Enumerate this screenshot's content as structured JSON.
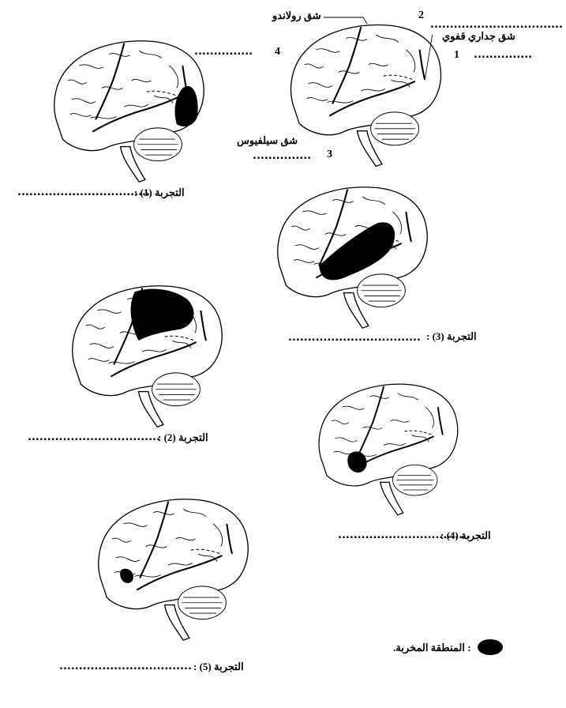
{
  "labels": {
    "rolando": "شق رولاندو",
    "parieto_occipital": "شق جداري قفوي",
    "sylvius": "شق سيلفيوس",
    "n1": "1",
    "n2": "2",
    "n3": "3",
    "n4": "4"
  },
  "blank": "...............",
  "blank_long": "..................................",
  "experiments": [
    {
      "label": "التجربة (1) :",
      "blank": ".................................."
    },
    {
      "label": "التجربة (2) :",
      "blank": ".................................."
    },
    {
      "label": "التجربة (3) :",
      "blank": ".................................."
    },
    {
      "label": "التجربة (4) :",
      "blank": ".................................."
    },
    {
      "label": "التجربة (5) :",
      "blank": ".................................."
    }
  ],
  "legend": {
    "text": ": المنطقة المخربة."
  },
  "colors": {
    "ink": "#000000",
    "paper": "#ffffff"
  }
}
